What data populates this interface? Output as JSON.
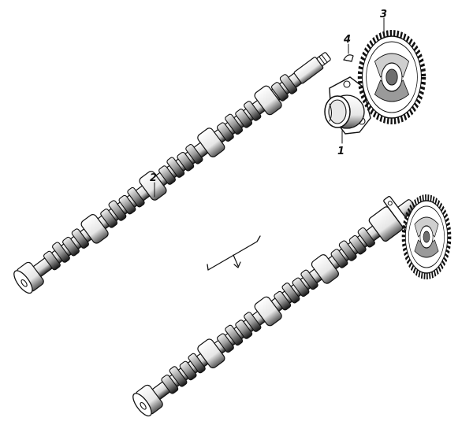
{
  "callouts": [
    {
      "id": "1",
      "label": "1",
      "part": "bearing-housing"
    },
    {
      "id": "2",
      "label": "2",
      "part": "camshaft"
    },
    {
      "id": "3",
      "label": "3",
      "part": "cam-gear"
    },
    {
      "id": "4",
      "label": "4",
      "part": "woodruff-key"
    }
  ],
  "colors": {
    "ink": "#111111",
    "paper": "#ffffff"
  }
}
